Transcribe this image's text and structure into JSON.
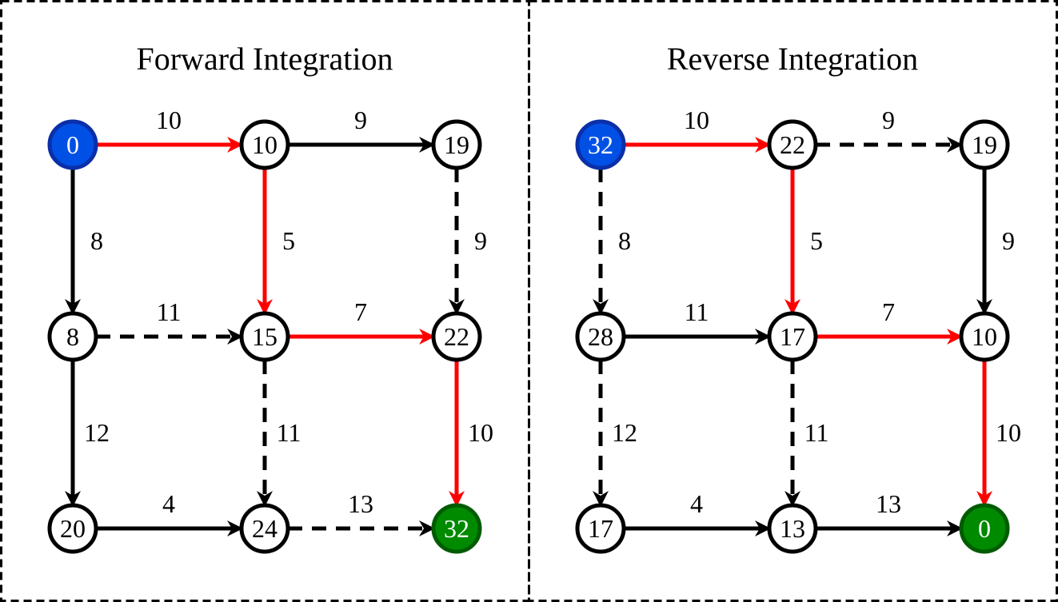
{
  "colors": {
    "black": "#000000",
    "red": "#ff0000",
    "blue_fill": "#0050e6",
    "blue_stroke": "#0a2fa8",
    "green_fill": "#008a00",
    "green_stroke": "#005c00",
    "white": "#ffffff"
  },
  "panels": [
    {
      "title": "Forward Integration",
      "nodes": [
        [
          "0",
          "10",
          "19"
        ],
        [
          "8",
          "15",
          "22"
        ],
        [
          "20",
          "24",
          "32"
        ]
      ],
      "start_node": [
        0,
        0
      ],
      "end_node": [
        2,
        2
      ],
      "h_edges": [
        {
          "row": 0,
          "col": 0,
          "weight": "10",
          "style": "red"
        },
        {
          "row": 0,
          "col": 1,
          "weight": "9",
          "style": "solid"
        },
        {
          "row": 1,
          "col": 0,
          "weight": "11",
          "style": "dashed"
        },
        {
          "row": 1,
          "col": 1,
          "weight": "7",
          "style": "red"
        },
        {
          "row": 2,
          "col": 0,
          "weight": "4",
          "style": "solid"
        },
        {
          "row": 2,
          "col": 1,
          "weight": "13",
          "style": "dashed"
        }
      ],
      "v_edges": [
        {
          "row": 0,
          "col": 0,
          "weight": "8",
          "style": "solid"
        },
        {
          "row": 0,
          "col": 1,
          "weight": "5",
          "style": "red"
        },
        {
          "row": 0,
          "col": 2,
          "weight": "9",
          "style": "dashed"
        },
        {
          "row": 1,
          "col": 0,
          "weight": "12",
          "style": "solid"
        },
        {
          "row": 1,
          "col": 1,
          "weight": "11",
          "style": "dashed"
        },
        {
          "row": 1,
          "col": 2,
          "weight": "10",
          "style": "red"
        }
      ]
    },
    {
      "title": "Reverse Integration",
      "nodes": [
        [
          "32",
          "22",
          "19"
        ],
        [
          "28",
          "17",
          "10"
        ],
        [
          "17",
          "13",
          "0"
        ]
      ],
      "start_node": [
        0,
        0
      ],
      "end_node": [
        2,
        2
      ],
      "h_edges": [
        {
          "row": 0,
          "col": 0,
          "weight": "10",
          "style": "red"
        },
        {
          "row": 0,
          "col": 1,
          "weight": "9",
          "style": "dashed"
        },
        {
          "row": 1,
          "col": 0,
          "weight": "11",
          "style": "solid"
        },
        {
          "row": 1,
          "col": 1,
          "weight": "7",
          "style": "red"
        },
        {
          "row": 2,
          "col": 0,
          "weight": "4",
          "style": "solid"
        },
        {
          "row": 2,
          "col": 1,
          "weight": "13",
          "style": "solid"
        }
      ],
      "v_edges": [
        {
          "row": 0,
          "col": 0,
          "weight": "8",
          "style": "dashed"
        },
        {
          "row": 0,
          "col": 1,
          "weight": "5",
          "style": "red"
        },
        {
          "row": 0,
          "col": 2,
          "weight": "9",
          "style": "solid"
        },
        {
          "row": 1,
          "col": 0,
          "weight": "12",
          "style": "dashed"
        },
        {
          "row": 1,
          "col": 1,
          "weight": "11",
          "style": "dashed"
        },
        {
          "row": 1,
          "col": 2,
          "weight": "10",
          "style": "red"
        }
      ]
    }
  ]
}
